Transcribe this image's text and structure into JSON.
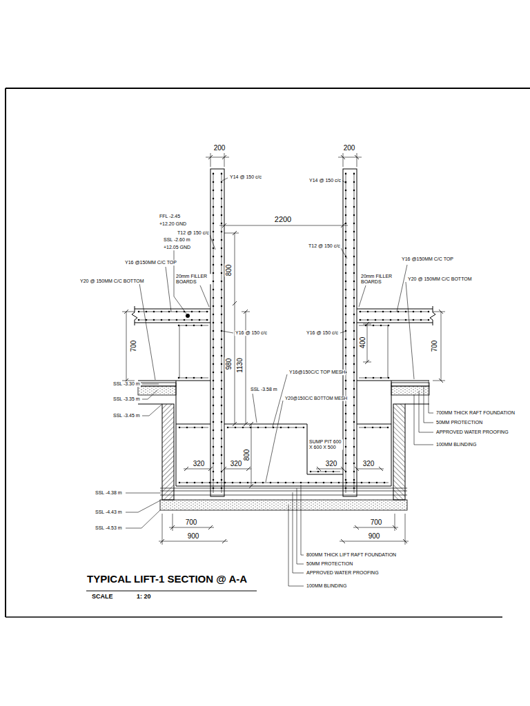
{
  "diagram": {
    "title": "TYPICAL LIFT-1 SECTION @ A-A",
    "labels": [
      "200",
      "200",
      "Y14 @ 150 c/c",
      "Y14 @ 150 c/c",
      "2200",
      "FFL -2.45",
      "+12.20 GND",
      "SSL -2.60 m",
      "+12.05 GND",
      "T12 @ 150 c/c",
      "T12 @ 150 c/c",
      "800",
      "Y16 @150MM C/C TOP",
      "Y20 @ 150MM C/C BOTTOM",
      "20mm FILLER BOARDS",
      "Y16 @ 150 c/c",
      "Y16 @ 150 c/c",
      "20mm FILLER BOARDS",
      "Y16 @150MM C/C TOP",
      "Y20 @ 150MM C/C BOTTOM",
      "700",
      "700",
      "980",
      "1130",
      "400",
      "SSL -3.30 m",
      "SSL -3.35 m",
      "SSL -3.45 m",
      "SSL -3.58 m",
      "Y16@150C/C TOP MESH",
      "Y20@150C/C BOTTOM MESH",
      "700MM THICK RAFT FOUNDATION",
      "50MM PROTECTION",
      "APPROVED WATER PROOFING",
      "100MM BLINDING",
      "SUMP PIT 600 X 600 X 500",
      "800",
      "320",
      "320",
      "320",
      "320",
      "SSL -4.38 m",
      "SSL -4.43 m",
      "SSL -4.53 m",
      "700",
      "900",
      "700",
      "900",
      "800MM THICK LIFT RAFT FOUNDATION",
      "50MM PROTECTION",
      "APPROVED WATER PROOFING",
      "100MM BLINDING",
      "SCALE",
      "1: 20"
    ]
  }
}
